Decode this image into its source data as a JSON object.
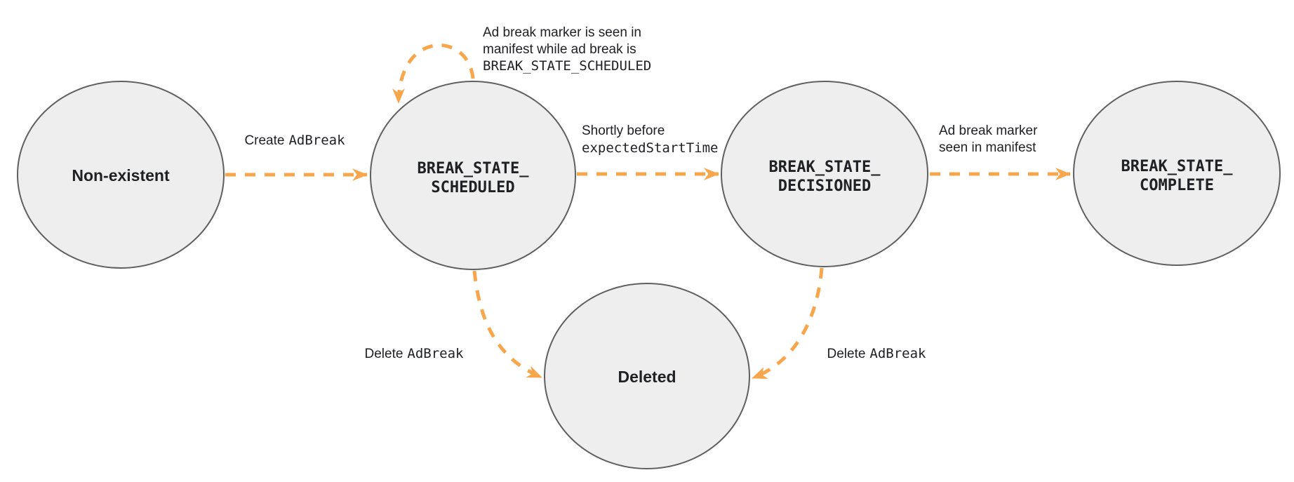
{
  "colors": {
    "accent": "#F8A64C",
    "node_fill": "#EEEEEE",
    "node_border": "#606060",
    "text": "#202124"
  },
  "nodes": {
    "non_existent": {
      "label": "Non-existent"
    },
    "scheduled": {
      "line1": "BREAK_STATE_",
      "line2": "SCHEDULED"
    },
    "decisioned": {
      "line1": "BREAK_STATE_",
      "line2": "DECISIONED"
    },
    "complete": {
      "line1": "BREAK_STATE_",
      "line2": "COMPLETE"
    },
    "deleted": {
      "label": "Deleted"
    }
  },
  "edges": {
    "create": {
      "plain": "Create",
      "code": "AdBreak"
    },
    "self_loop": {
      "line1": "Ad break marker is seen in",
      "line2": "manifest while ad break is",
      "line3_code": "BREAK_STATE_SCHEDULED"
    },
    "to_decisioned": {
      "line1": "Shortly before",
      "line2_code": "expectedStartTime"
    },
    "to_complete": {
      "line1": "Ad break marker",
      "line2": "seen in manifest"
    },
    "delete_from_scheduled": {
      "plain": "Delete",
      "code": "AdBreak"
    },
    "delete_from_decisioned": {
      "plain": "Delete",
      "code": "AdBreak"
    }
  }
}
